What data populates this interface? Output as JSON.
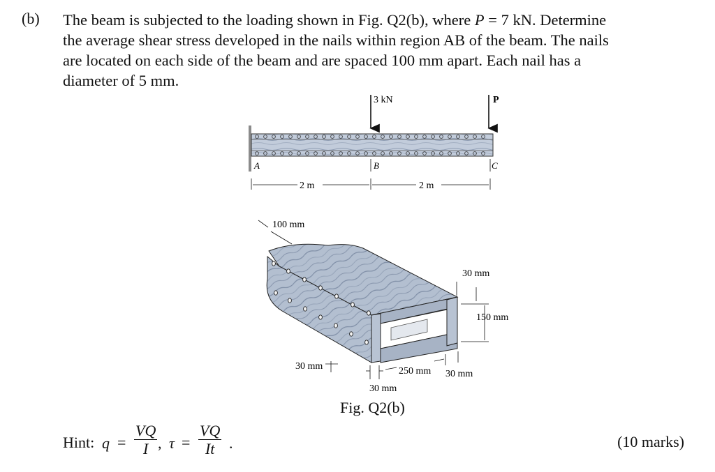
{
  "question": {
    "label": "(b)",
    "lines": [
      "The beam is subjected to the loading shown in Fig. Q2(b), where",
      "the average shear stress developed in the nails within region AB of the beam.  The nails",
      "are located on each side of the beam and are spaced 100 mm apart.  Each nail has a",
      "diameter of 5 mm."
    ],
    "given_var": "P",
    "given_value": "= 7 kN",
    "given_tail": ".  Determine"
  },
  "figure": {
    "load_1": "3 kN",
    "load_2": "P",
    "point_a": "A",
    "point_b": "B",
    "point_c": "C",
    "span_ab": "2 m",
    "span_bc": "2 m",
    "nail_spacing": "100 mm",
    "top_thickness": "30 mm",
    "inner_height": "150 mm",
    "bottom_thickness": "30 mm",
    "side_thickness_left": "30 mm",
    "inner_width": "250 mm",
    "side_thickness_right": "30 mm",
    "caption": "Fig. Q2(b)",
    "colors": {
      "wood_light": "#c9d2df",
      "wood_mid": "#a9b6c8",
      "wood_dark": "#8694aa",
      "outline": "#222222"
    }
  },
  "hint": {
    "prefix": "Hint:",
    "q_var": "q",
    "equals": "=",
    "frac1_num": "VQ",
    "frac1_den": "I",
    "comma": ",",
    "tau_var": "τ",
    "frac2_num": "VQ",
    "frac2_den": "It",
    "period": "."
  },
  "marks": "(10 marks)"
}
